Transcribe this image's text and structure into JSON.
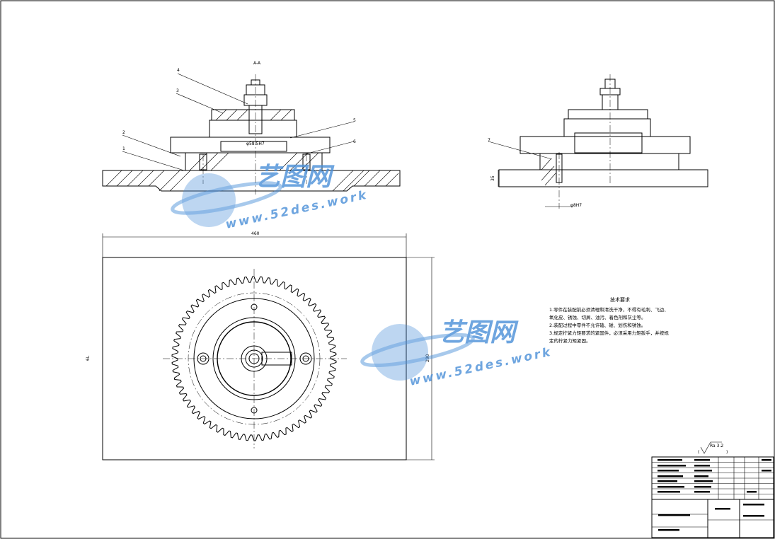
{
  "section_label": "A-A",
  "part_numbers": [
    "4",
    "3",
    "2",
    "1",
    "5",
    "6",
    "7"
  ],
  "dims": {
    "bore": "φ58.5H7",
    "width": "460",
    "height_right": "290",
    "height_left": "6L",
    "side_height": "35",
    "side_dia": "φ8H7"
  },
  "surface_finish": "Ra 3.2",
  "tech_notes": {
    "title": "技术要求",
    "lines": [
      "1.零件在装配前必须清理和清洗干净，不得有毛刺、飞边、",
      "氧化皮、锈蚀、切屑、油污、着色剂和灰尘等。",
      "2.装配过程中零件不允许磕、碰、划伤和锈蚀。",
      "3.规定拧紧力矩要求的紧固件，必须采用力矩扳手，并按规",
      "定的拧紧力矩紧固。"
    ]
  },
  "watermark": {
    "brand": "艺图网",
    "url": "www.52des.work",
    "color": "#4a8fd8"
  }
}
